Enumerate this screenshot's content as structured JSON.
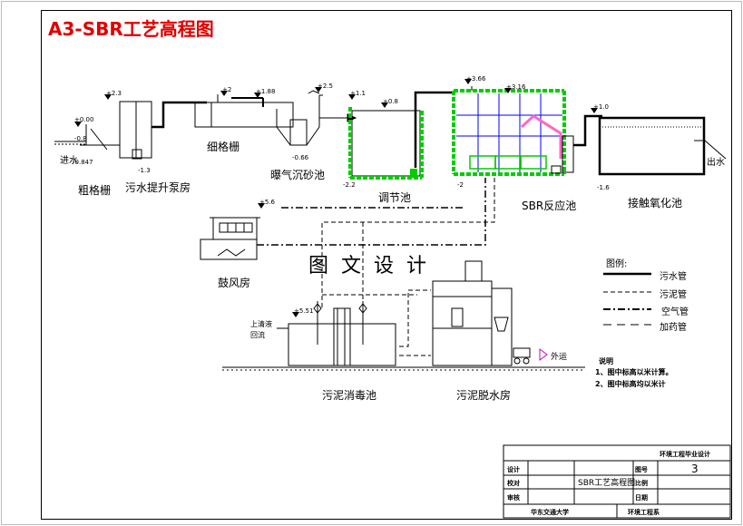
{
  "title": "A3-SBR工艺高程图",
  "watermark": "图文设计",
  "units": {
    "coarse_screen": "粗格栅",
    "lift_pump": "污水提升泵房",
    "fine_screen": "细格栅",
    "grit_chamber": "曝气沉砂池",
    "equalization": "调节池",
    "sbr": "SBR反应池",
    "contact_oxidation": "接触氧化池",
    "blower": "鼓风房",
    "sludge_tank": "污泥消毒池",
    "dewatering": "污泥脱水房"
  },
  "flow_labels": {
    "inflow": "进水",
    "outflow": "出水",
    "supernatant_1": "上清液",
    "supernatant_2": "回流",
    "outbound": "外运"
  },
  "elevations": {
    "e_000": "+0.00",
    "e_m08": "-0.8",
    "e_m0847": "-0.847",
    "e_p23": "+2.3",
    "e_m13": "-1.3",
    "e_p2": "+2",
    "e_p188": "+1.88",
    "e_m066": "-0.66",
    "e_p25": "+2.5",
    "e_p11": "+1.1",
    "e_p08": "+0.8",
    "e_m22": "-2.2",
    "e_p366": "+3.66",
    "e_p316": "+3.16",
    "e_m2": "-2",
    "e_p10": "+1.0",
    "e_m16": "-1.6",
    "e_p56": "+5.6",
    "e_p551": "+5.51"
  },
  "legend": {
    "heading": "图例:",
    "items": [
      "污水管",
      "污泥管",
      "空气管",
      "加药管"
    ]
  },
  "notes": {
    "heading": "说明",
    "lines": [
      "1、图中标高以米计算。",
      "2、图中标高均以米计"
    ]
  },
  "title_block": {
    "project": "环境工程毕业设计",
    "drawing_no_label": "图号",
    "drawing_no": "3",
    "scale_label": "比例",
    "date_label": "日期",
    "row1": "设计",
    "row2": "校对",
    "row3": "审核",
    "drawing_name": "SBR工艺高程图",
    "school": "华东交通大学",
    "dept": "环境工程系"
  },
  "colors": {
    "title": "#e00000",
    "concrete": "#00cc00",
    "grid": "#0000ff",
    "pipe_pink": "#ff66cc",
    "arrow_magenta": "#cc00cc"
  }
}
